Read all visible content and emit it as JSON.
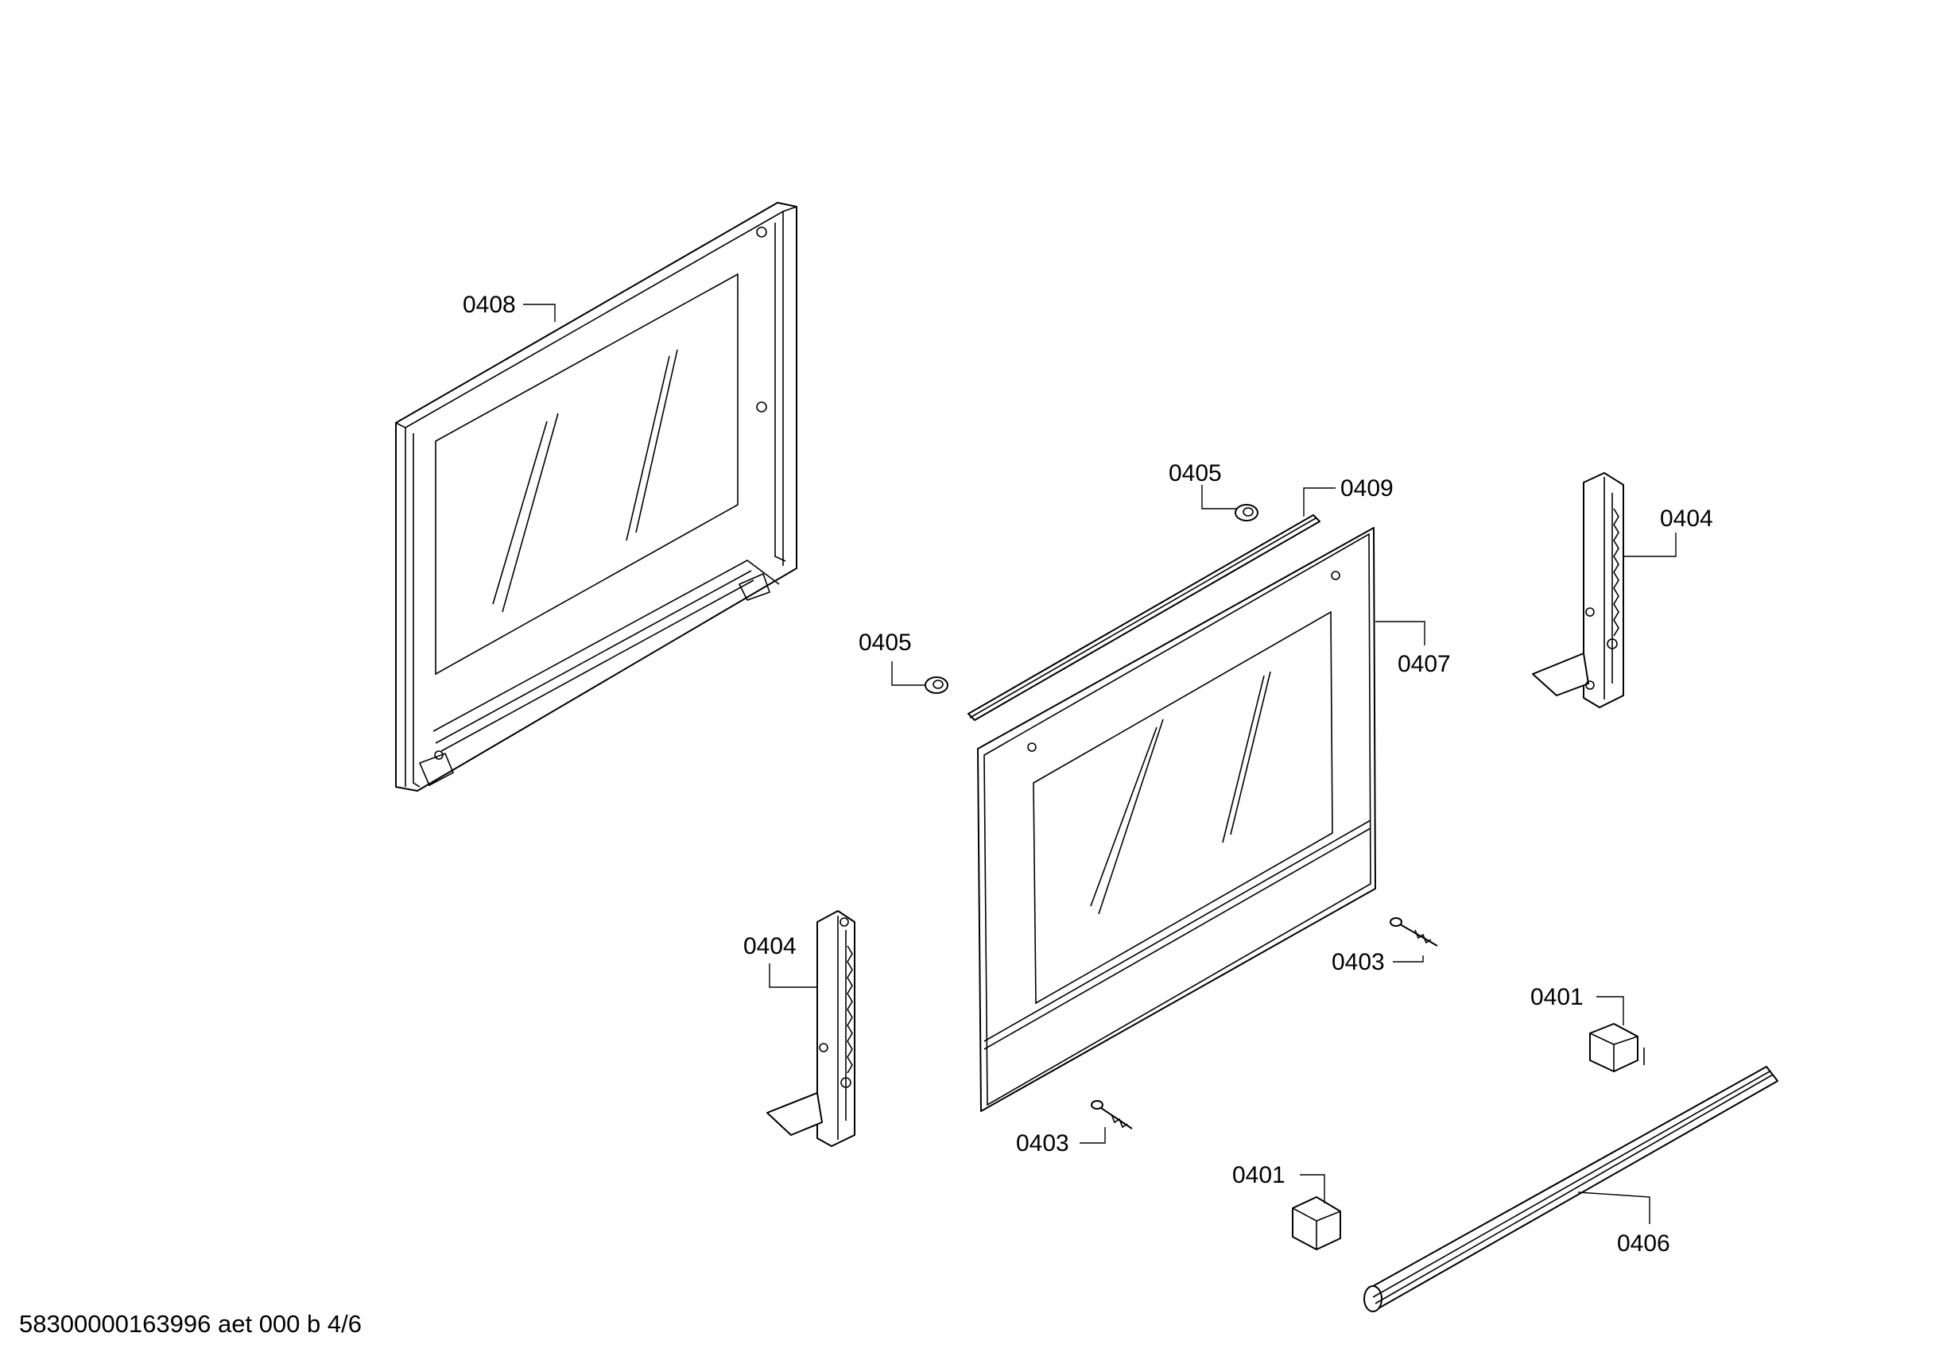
{
  "diagram": {
    "callouts": {
      "door_inner_panel": "0408",
      "seal_strip": "0409",
      "cap_upper": "0405",
      "cap_left": "0405",
      "hinge_right": "0404",
      "door_outer_glass": "0407",
      "hinge_left": "0404",
      "screw_right": "0403",
      "screw_left": "0403",
      "clip_right": "0401",
      "clip_left": "0401",
      "handle": "0406"
    },
    "document_reference": "58300000163996 aet 000 b 4/6"
  }
}
